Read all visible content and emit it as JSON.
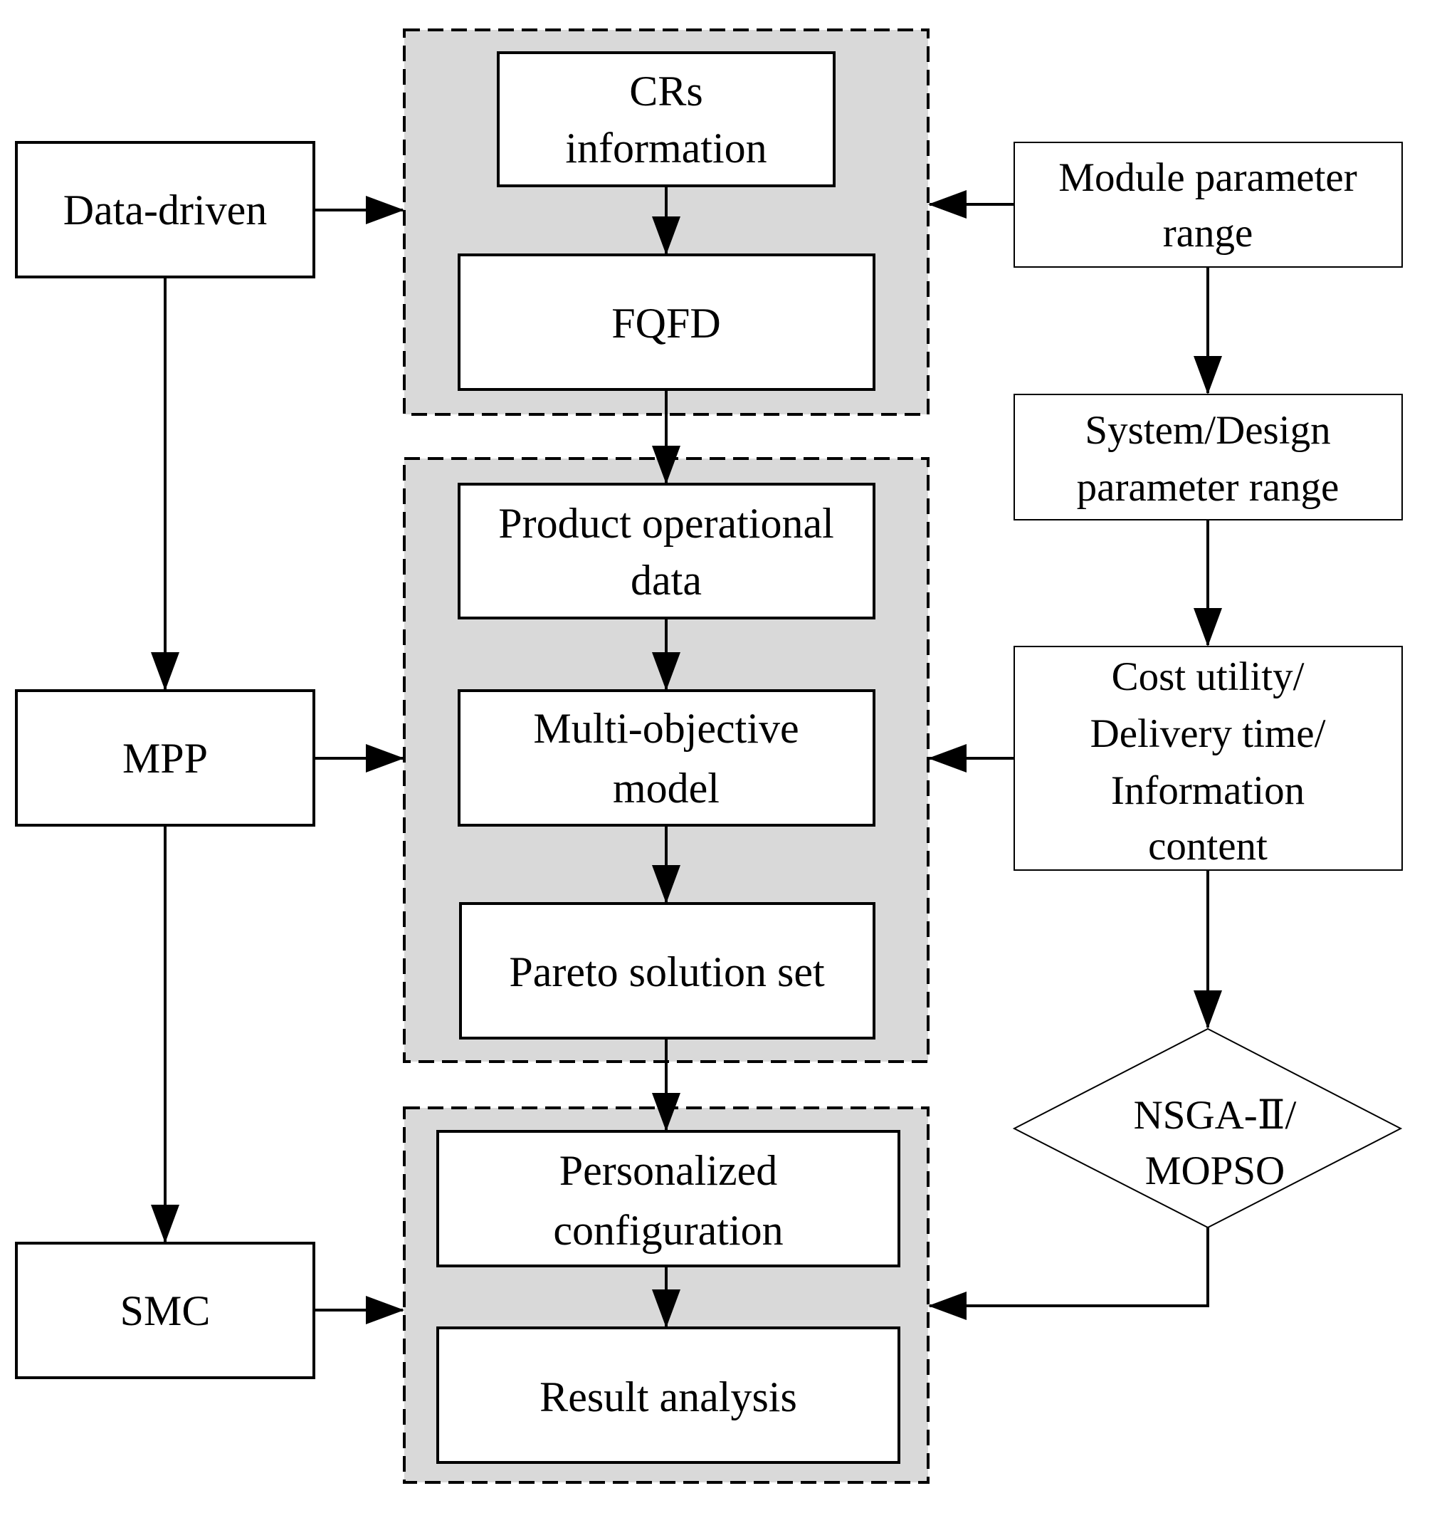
{
  "colors": {
    "panel_fill": "#d9d9d9",
    "stroke": "#000000",
    "box_fill": "#ffffff"
  },
  "left": {
    "data_driven": "Data-driven",
    "mpp": "MPP",
    "smc": "SMC"
  },
  "top_panel": {
    "crs": [
      "CRs",
      "information"
    ],
    "fqfd": "FQFD"
  },
  "middle_panel": {
    "operational": [
      "Product operational",
      "data"
    ],
    "multi_objective": [
      "Multi-objective",
      "model"
    ],
    "pareto": "Pareto solution set"
  },
  "bottom_panel": {
    "personalized": [
      "Personalized",
      "configuration"
    ],
    "result": "Result analysis"
  },
  "right": {
    "module_range": [
      "Module parameter",
      "range"
    ],
    "system_range": [
      "System/Design",
      "parameter range"
    ],
    "cost": [
      "Cost utility/",
      "Delivery time/",
      "Information",
      "content"
    ],
    "algorithm": [
      "NSGA-Ⅱ/",
      "MOPSO"
    ]
  }
}
